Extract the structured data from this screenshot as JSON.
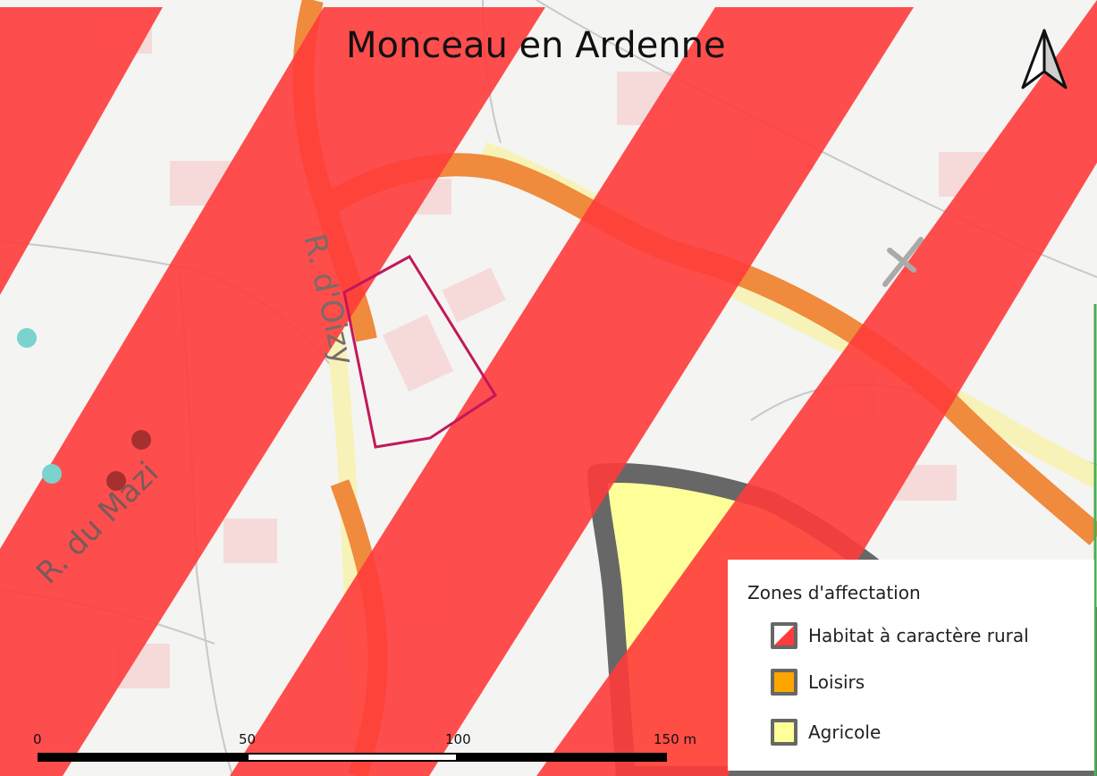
{
  "map": {
    "title": "Monceau en Ardenne",
    "street_labels": [
      "R. d'Oizy",
      "R. du Mazi"
    ]
  },
  "legend": {
    "title": "Zones d'affectation",
    "items": [
      {
        "label": "Habitat à caractère rural",
        "color": "#ff3b3b",
        "pattern": "hatched"
      },
      {
        "label": "Loisirs",
        "color": "#ffa500",
        "pattern": "solid"
      },
      {
        "label": "Agricole",
        "color": "#ffff99",
        "pattern": "solid"
      }
    ]
  },
  "scalebar": {
    "labels": [
      "0",
      "50",
      "100",
      "150 m"
    ]
  },
  "north_arrow": {
    "icon": "north-arrow-icon"
  },
  "colors": {
    "hatch_red": "#ff3b3b",
    "agricole": "#ffff99",
    "parcel_outline": "#c2185b",
    "zone_border": "#676767"
  }
}
